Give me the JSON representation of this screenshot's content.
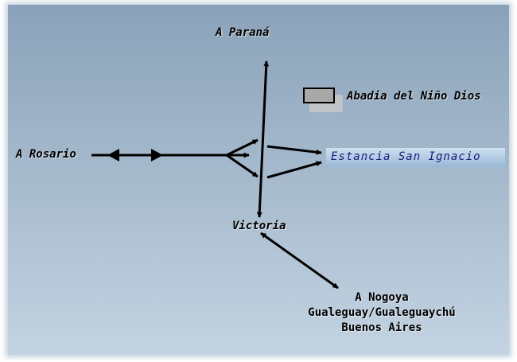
{
  "map": {
    "places": {
      "parana": "A Paraná",
      "rosario": "A Rosario",
      "victoria": "Victoria",
      "abadia": "Abadia del Niño Dios",
      "estancia": "Estancia San Ignacio"
    },
    "destinations": [
      "A Nogoya",
      "Gualeguay/Gualeguaychú",
      "Buenos Aires"
    ],
    "colors": {
      "background_top": "#8aa2b9",
      "background_bottom": "#c3d3e2",
      "road": "#000000",
      "estancia_text": "#1a1a7a",
      "abadia_marker": "#a8a8a8"
    }
  }
}
